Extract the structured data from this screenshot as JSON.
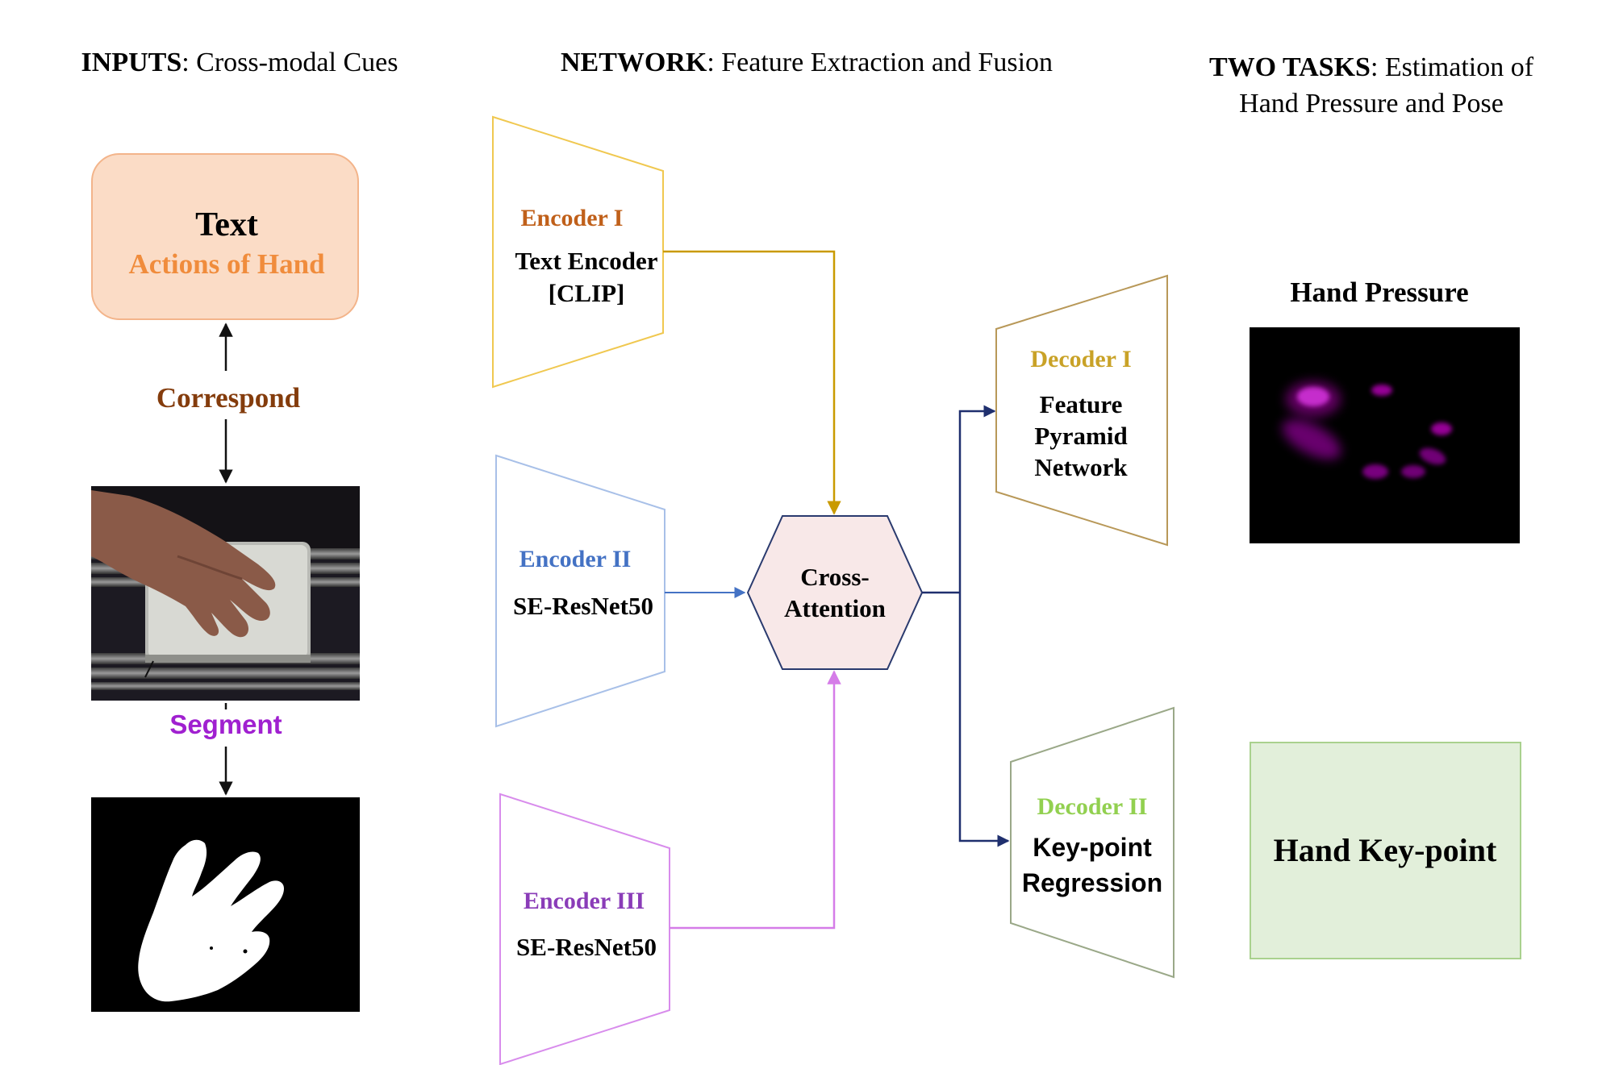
{
  "headers": {
    "inputs": {
      "bold": "INPUTS",
      "rest": ": Cross-modal Cues"
    },
    "network": {
      "bold": "NETWORK",
      "rest": ": Feature Extraction and Fusion"
    },
    "tasks": {
      "bold": "TWO TASKS",
      "rest": ": Estimation of",
      "line2": "Hand Pressure and Pose"
    }
  },
  "inputs": {
    "text_box": {
      "title": "Text",
      "subtitle": "Actions of Hand"
    },
    "correspond_label": "Correspond",
    "segment_label": "Segment"
  },
  "encoders": [
    {
      "label": "Encoder I",
      "name_lines": [
        "Text Encoder",
        "[CLIP]"
      ],
      "color": "#c0601a",
      "border": "#f0c850"
    },
    {
      "label": "Encoder II",
      "name_lines": [
        "SE-ResNet50"
      ],
      "color": "#4472c4",
      "border": "#a8c0e8"
    },
    {
      "label": "Encoder III",
      "name_lines": [
        "SE-ResNet50"
      ],
      "color": "#8a3cb8",
      "border": "#d88cec"
    }
  ],
  "fusion": {
    "lines": [
      "Cross-",
      "Attention"
    ]
  },
  "decoders": [
    {
      "label": "Decoder I",
      "name_lines": [
        "Feature",
        "Pyramid",
        "Network"
      ],
      "color": "#c9a227",
      "border": "#b89858"
    },
    {
      "label": "Decoder II",
      "name_lines": [
        "Key-point",
        "Regression"
      ],
      "color": "#92d050",
      "border": "#9aa888"
    }
  ],
  "outputs": {
    "pressure_title": {
      "bold": "Hand",
      "rest": " Pressure"
    },
    "keypoint_title": {
      "bold": "Hand",
      "rest": " Key-point"
    }
  },
  "colors": {
    "text_box_fill": "#fbdcc6",
    "text_box_border": "#f3b48a",
    "text_subtitle": "#f08c3c",
    "correspond": "#843c0c",
    "segment": "#a020d0",
    "hexagon_fill": "#f8e8e8",
    "hexagon_border": "#2a3a6e",
    "arrow_encoder1": "#c99a00",
    "arrow_encoder2": "#4472c4",
    "arrow_encoder3": "#d57ce8",
    "arrow_decoder": "#1f2f6e",
    "keypoint_fill": "#e2efda",
    "keypoint_border": "#a9d18e",
    "pressure_blob": "#b000b0"
  }
}
